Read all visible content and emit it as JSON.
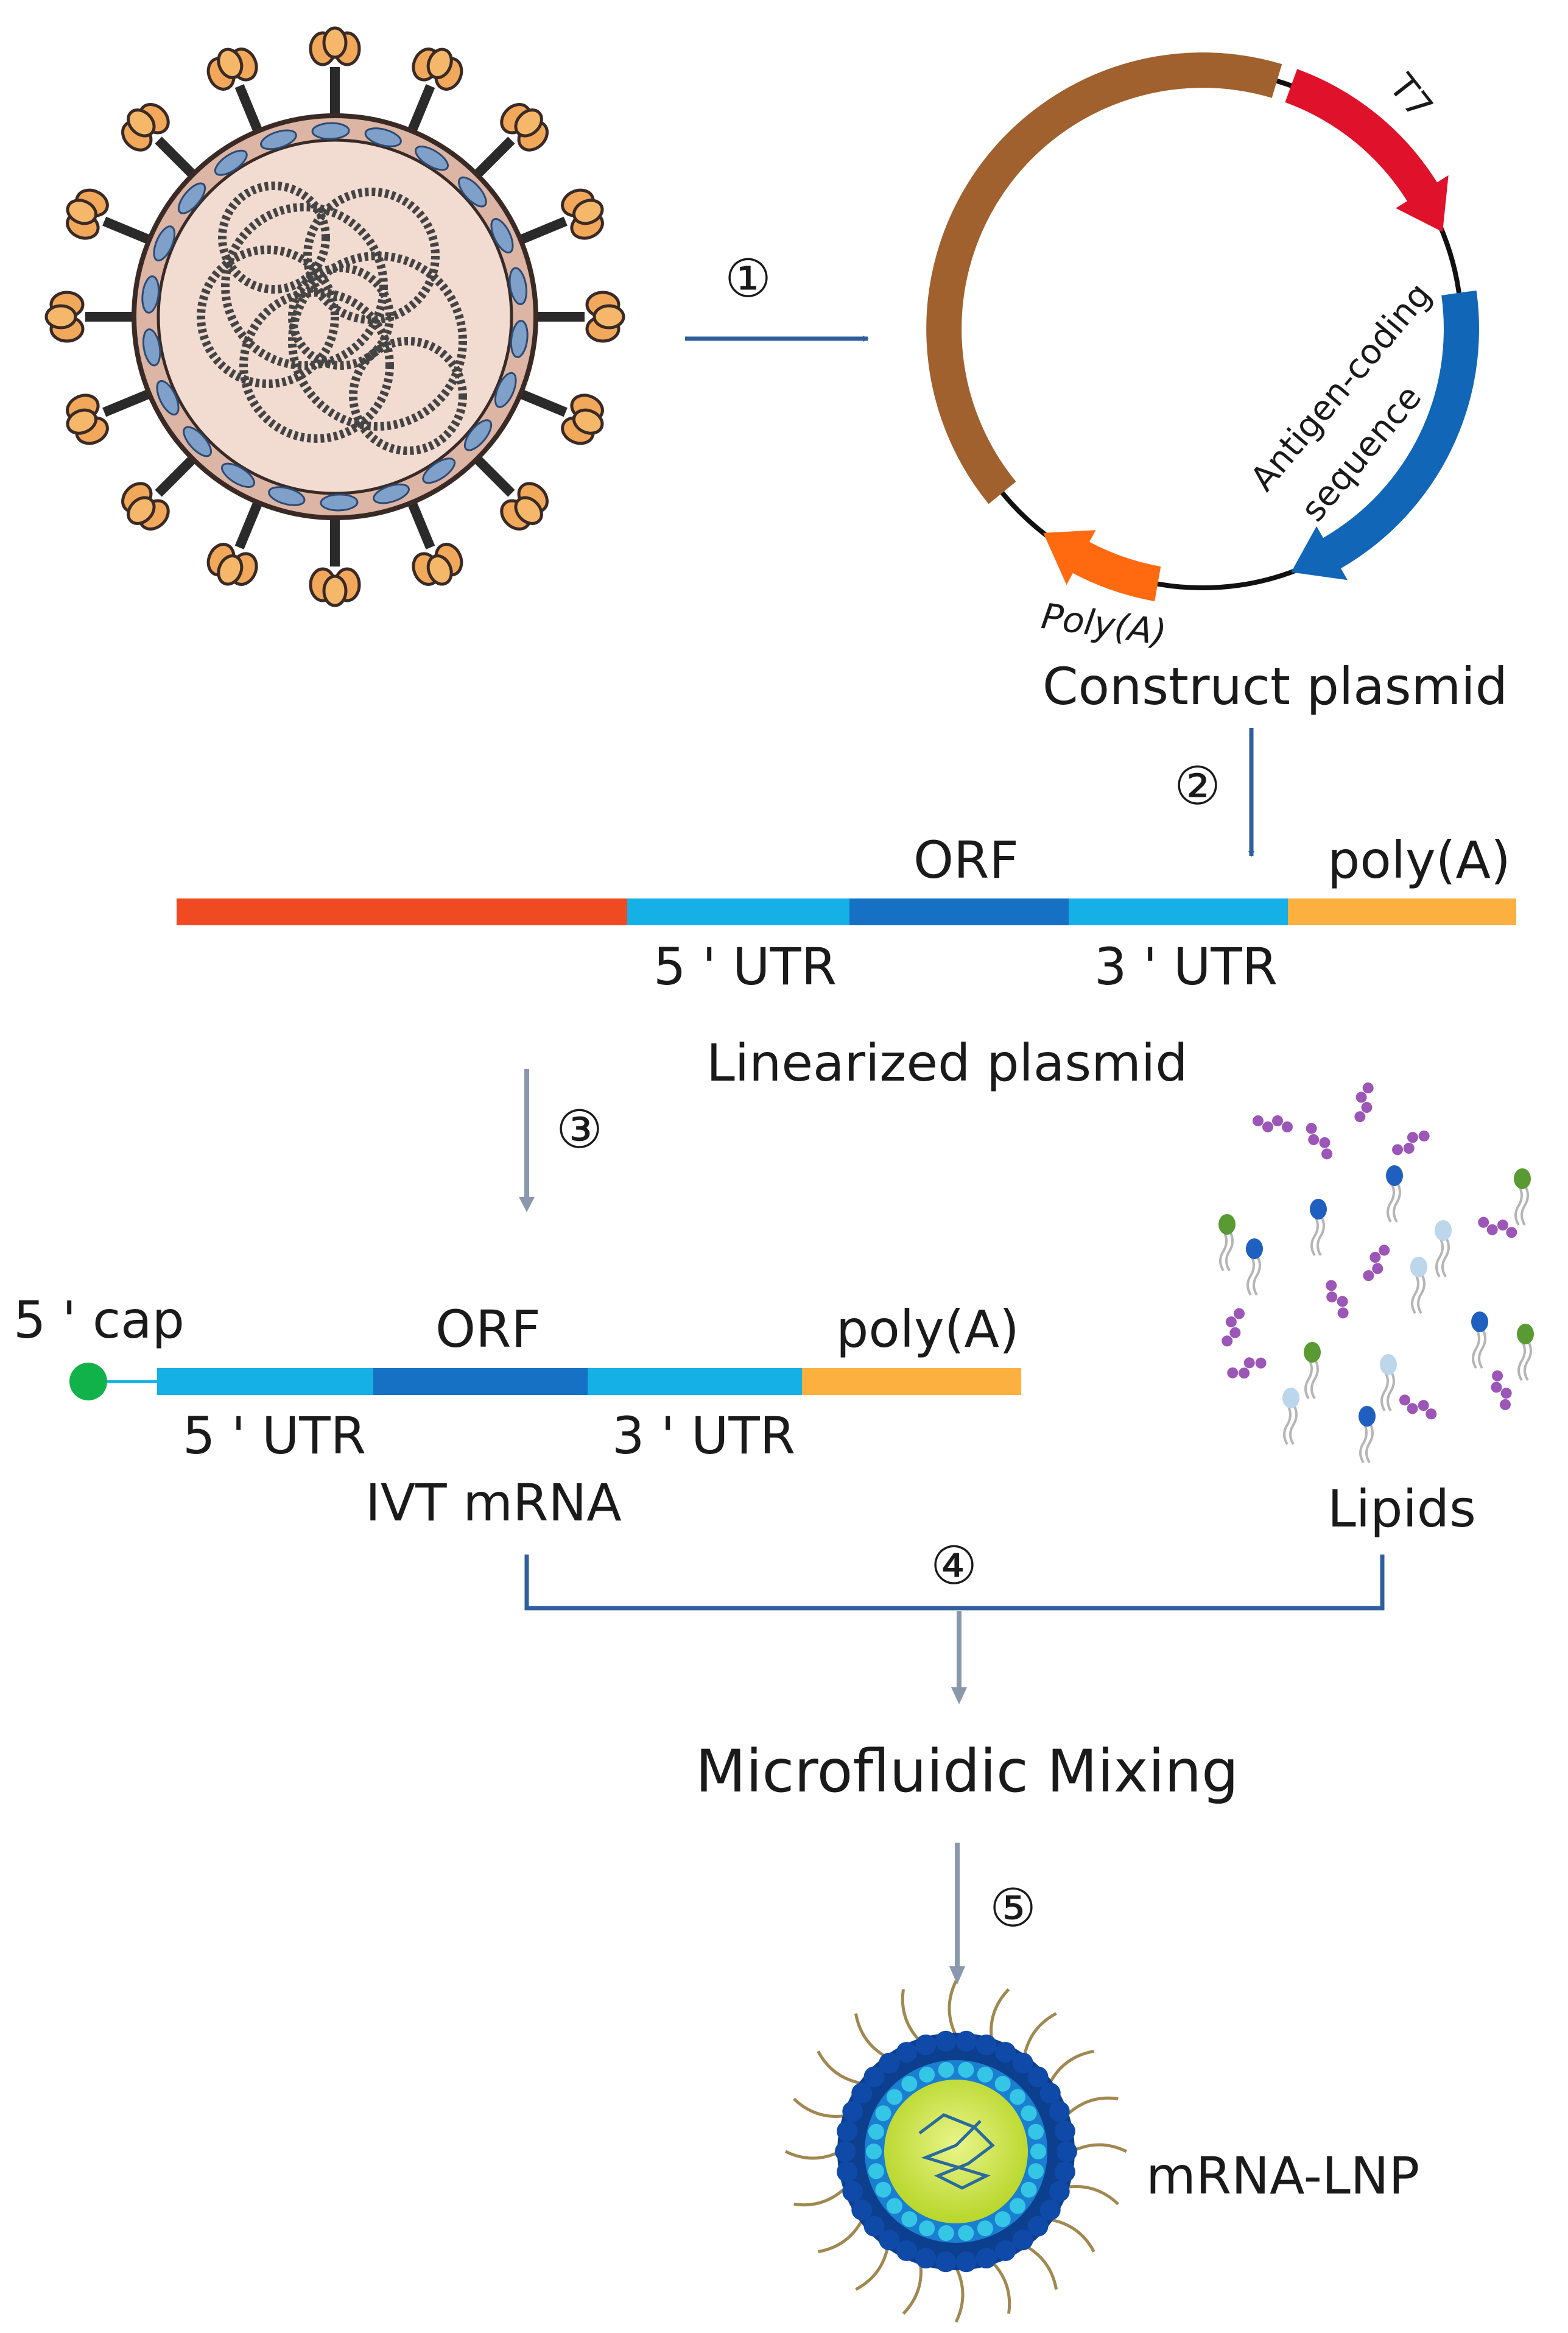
{
  "steps": [
    "①",
    "②",
    "③",
    "④",
    "⑤"
  ],
  "plasmid": {
    "t7_label": "T7",
    "antigen_label_line1": "Antigen-coding",
    "antigen_label_line2": "sequence",
    "polya_label": "Poly(A)",
    "caption": "Construct  plasmid"
  },
  "linearized": {
    "orf_label": "ORF",
    "polya_label": "poly(A)",
    "utr5_label": "5 ' UTR",
    "utr3_label": "3 ' UTR",
    "caption": "Linearized  plasmid"
  },
  "ivt": {
    "cap_label": "5 ' cap",
    "orf_label": "ORF",
    "polya_label": "poly(A)",
    "utr5_label": "5 ' UTR",
    "utr3_label": "3 ' UTR",
    "caption": "IVT mRNA"
  },
  "lipids_caption": "Lipids",
  "mixing_caption": "Microfluidic Mixing",
  "lnp_caption": "mRNA-LNP",
  "colors": {
    "arrow_blue": "#2f5f9e",
    "arrow_gray": "#8a98ad",
    "brown": "#a0612e",
    "red": "#e0112a",
    "blue": "#1166b8",
    "orange": "#ff6a10",
    "red_orange": "#f04a23",
    "light_blue": "#14b0e6",
    "dark_blue": "#1670c4",
    "yellow_orange": "#fcb040",
    "green": "#12b24a"
  }
}
